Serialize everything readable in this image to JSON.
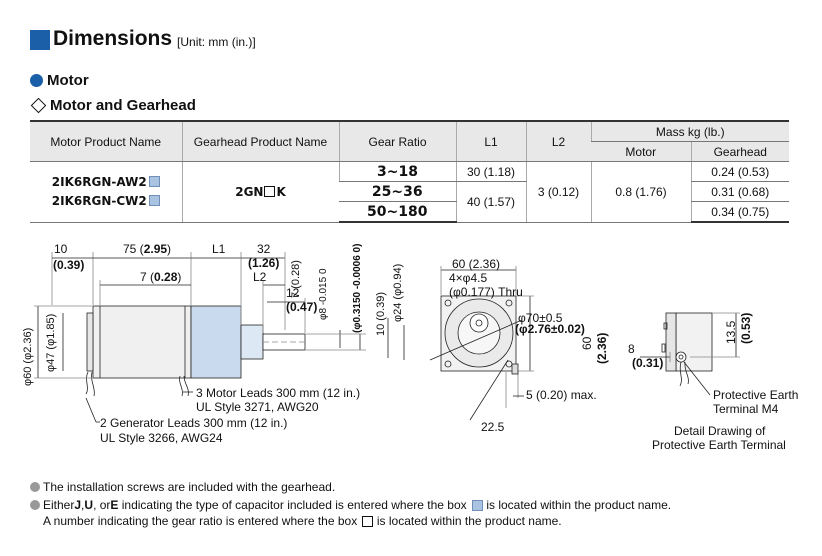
{
  "header": {
    "title": "Dimensions",
    "unit": "[Unit: mm (in.)]"
  },
  "sections": {
    "motor": "Motor",
    "motor_gearhead": "Motor and Gearhead"
  },
  "table": {
    "headers": {
      "motor_product_name": "Motor Product Name",
      "gearhead_product_name": "Gearhead Product Name",
      "gear_ratio": "Gear Ratio",
      "l1": "L1",
      "l2": "L2",
      "mass": "Mass kg (lb.)",
      "mass_motor": "Motor",
      "mass_gearhead": "Gearhead"
    },
    "motor_names": [
      "2IK6RGN-AW2",
      "2IK6RGN-CW2"
    ],
    "gearhead_name_prefix": "2GN",
    "gearhead_name_suffix": "K",
    "ratios": [
      "3~18",
      "25~36",
      "50~180"
    ],
    "l1": [
      "30 (1.18)",
      "40 (1.57)"
    ],
    "l2": "3 (0.12)",
    "motor_mass": "0.8 (1.76)",
    "gearhead_mass": [
      "0.24 (0.53)",
      "0.31 (0.68)",
      "0.34 (0.75)"
    ]
  },
  "drawing": {
    "dims": {
      "d10": "10",
      "d10_in": "(0.39)",
      "d75": "75 (",
      "d75_in": "2.95",
      "d75_close": ")",
      "l1": "L1",
      "l2": "L2",
      "d32": "32",
      "d32_in": "(1.26)",
      "d7": "7 (",
      "d7_in": "0.28",
      "d7_close": ")",
      "d12": "12",
      "d12_in": "(0.47)",
      "d7v": "7 (0.28)",
      "d8v": "φ8 -0.015 0",
      "d0315": "(φ0.3150 -0.0006 0)",
      "d10v": "10 (0.39)",
      "d24v": "φ24 (φ0.94)",
      "d60": "φ60 (φ2.36)",
      "d47": "φ47 (φ1.85)",
      "w60": "60 (2.36)",
      "holes": "4×φ4.5",
      "holes_in": "(φ0.177) Thru",
      "pcd": "φ70±0.5",
      "pcd_in": "(φ2.76±0.02)",
      "h60": "60",
      "h60_in": "(2.36)",
      "d5": "5 (0.20) max.",
      "d225": "22.5",
      "d8": "8",
      "d8_in": "(0.31)",
      "d135": "13.5",
      "d135_in": "(0.53)"
    },
    "leads1": [
      "3 Motor Leads 300 mm (12 in.)",
      "UL Style 3271, AWG20"
    ],
    "leads2": [
      "2 Generator Leads 300 mm (12 in.)",
      "UL Style 3266, AWG24"
    ],
    "pe": [
      "Protective Earth",
      "Terminal M4"
    ],
    "detail": [
      "Detail Drawing of",
      "Protective Earth Terminal"
    ]
  },
  "notes": {
    "n1": "The installation screws are included with the gearhead.",
    "n2a": "Either ",
    "n2_j": "J",
    "n2_sep1": ", ",
    "n2_u": "U",
    "n2_sep2": ", or ",
    "n2_e": "E",
    "n2b": " indicating the type of capacitor included is entered where the box ",
    "n2c": " is located within the product name.",
    "n3a": "A number indicating the gear ratio is entered where the box ",
    "n3b": " is located within the product name."
  },
  "colors": {
    "accent": "#1a5fa8",
    "gearhead_fill": "#c9d9ee",
    "motor_fill": "#f0f0f0",
    "box_fill": "#a9c3e0"
  }
}
